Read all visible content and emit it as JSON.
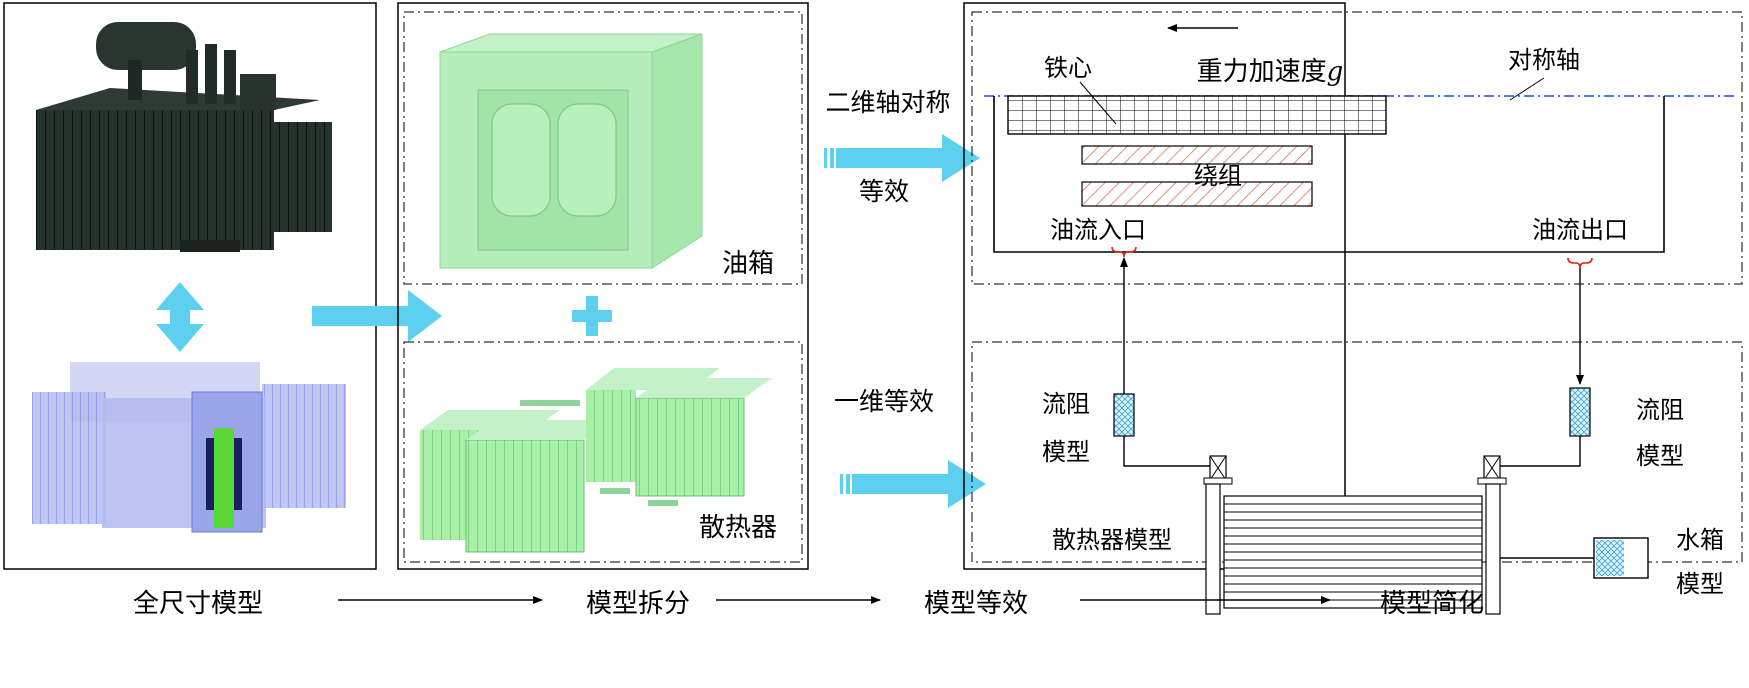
{
  "panels": {
    "full_model": {
      "caption": "全尺寸模型"
    },
    "split": {
      "caption": "模型拆分",
      "tank_label": "油箱",
      "radiator_label": "散热器",
      "plus": "+"
    },
    "equivalent": {
      "caption": "模型等效",
      "axisym_label": "二维轴对称",
      "equiv_label": "等效",
      "one_d_label": "一维等效"
    },
    "simplified": {
      "caption": "模型简化",
      "core_label": "铁心",
      "gravity_label": "重力加速度",
      "gravity_symbol": "g",
      "axis_label": "对称轴",
      "winding_label": "绕组",
      "oil_inlet_label": "油流入口",
      "oil_outlet_label": "油流出口",
      "flow_res_left_line1": "流阻",
      "flow_res_left_line2": "模型",
      "flow_res_right_line1": "流阻",
      "flow_res_right_line2": "模型",
      "radiator_model_label": "散热器模型",
      "water_tank_line1": "水箱",
      "water_tank_line2": "模型"
    }
  },
  "colors": {
    "flow_arrow": "#5dd0f0",
    "tank_green": "#9be8a2",
    "winding_red": "#e0706a",
    "axis_blue": "#1f4fd8",
    "mesh_blue": "#9bd4ef",
    "transformer_dark": "#1f2a25",
    "model_blue": "#8d97e0",
    "core_green": "#5ad838"
  }
}
